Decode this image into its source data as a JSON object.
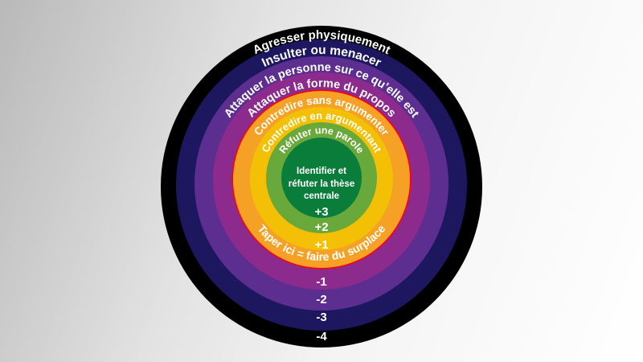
{
  "rings": [
    {
      "label": "Agresser physiquement",
      "score": "-4",
      "color": "#000000"
    },
    {
      "label": "Insulter ou menacer",
      "score": "-3",
      "color": "#1d1760"
    },
    {
      "label": "Attaquer la personne sur ce qu’elle est",
      "score": "-2",
      "color": "#5c2e8f"
    },
    {
      "label": "Attaquer la forme du propos",
      "score": "-1",
      "color": "#8c2a8e"
    },
    {
      "label": "Contredire sans argumenter",
      "score": "",
      "color": "#f5a125"
    },
    {
      "label": "Contredire en argumentant",
      "score": "+1",
      "color": "#f3c005"
    },
    {
      "label": "Réfuter une parole",
      "score": "+2",
      "color": "#69a83a"
    }
  ],
  "center": {
    "line1": "Identifier et",
    "line2": "réfuter la thèse",
    "line3": "centrale",
    "score": "+3",
    "color": "#0b7d3b"
  },
  "threshold": {
    "label": "Taper ici = faire du surplace",
    "color": "#ff0000"
  }
}
